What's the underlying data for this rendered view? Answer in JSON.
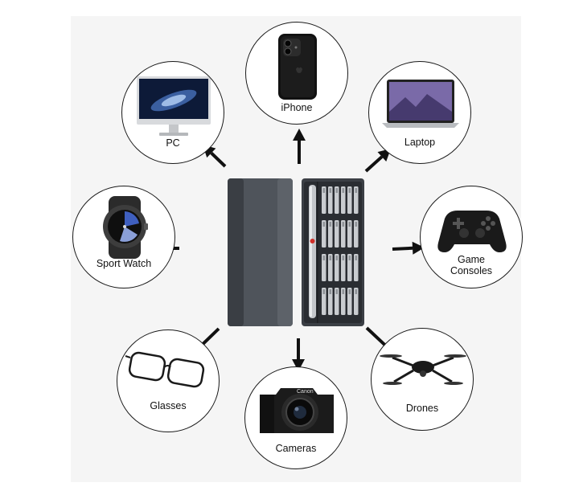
{
  "devices": {
    "iphone": {
      "label": "iPhone"
    },
    "pc": {
      "label": "PC"
    },
    "laptop": {
      "label": "Laptop"
    },
    "sport_watch": {
      "label": "Sport Watch"
    },
    "game_consoles": {
      "label": "Game\nConsoles"
    },
    "glasses": {
      "label": "Glasses"
    },
    "cameras": {
      "label": "Cameras"
    },
    "drones": {
      "label": "Drones"
    }
  },
  "camera_brand": "Canon",
  "colors": {
    "border": "#1a1a1a",
    "arrow": "#111111",
    "case_body": "#50555c",
    "case_dark": "#2e3238",
    "bit_silver": "#c9ccd0",
    "accent_red": "#d0302a",
    "panel_bg": "#f5f5f5"
  },
  "icons": {
    "iphone": "phone-icon",
    "pc": "monitor-icon",
    "laptop": "laptop-icon",
    "sport_watch": "watch-icon",
    "game_consoles": "gamepad-icon",
    "glasses": "glasses-icon",
    "cameras": "camera-icon",
    "drones": "drone-icon"
  }
}
